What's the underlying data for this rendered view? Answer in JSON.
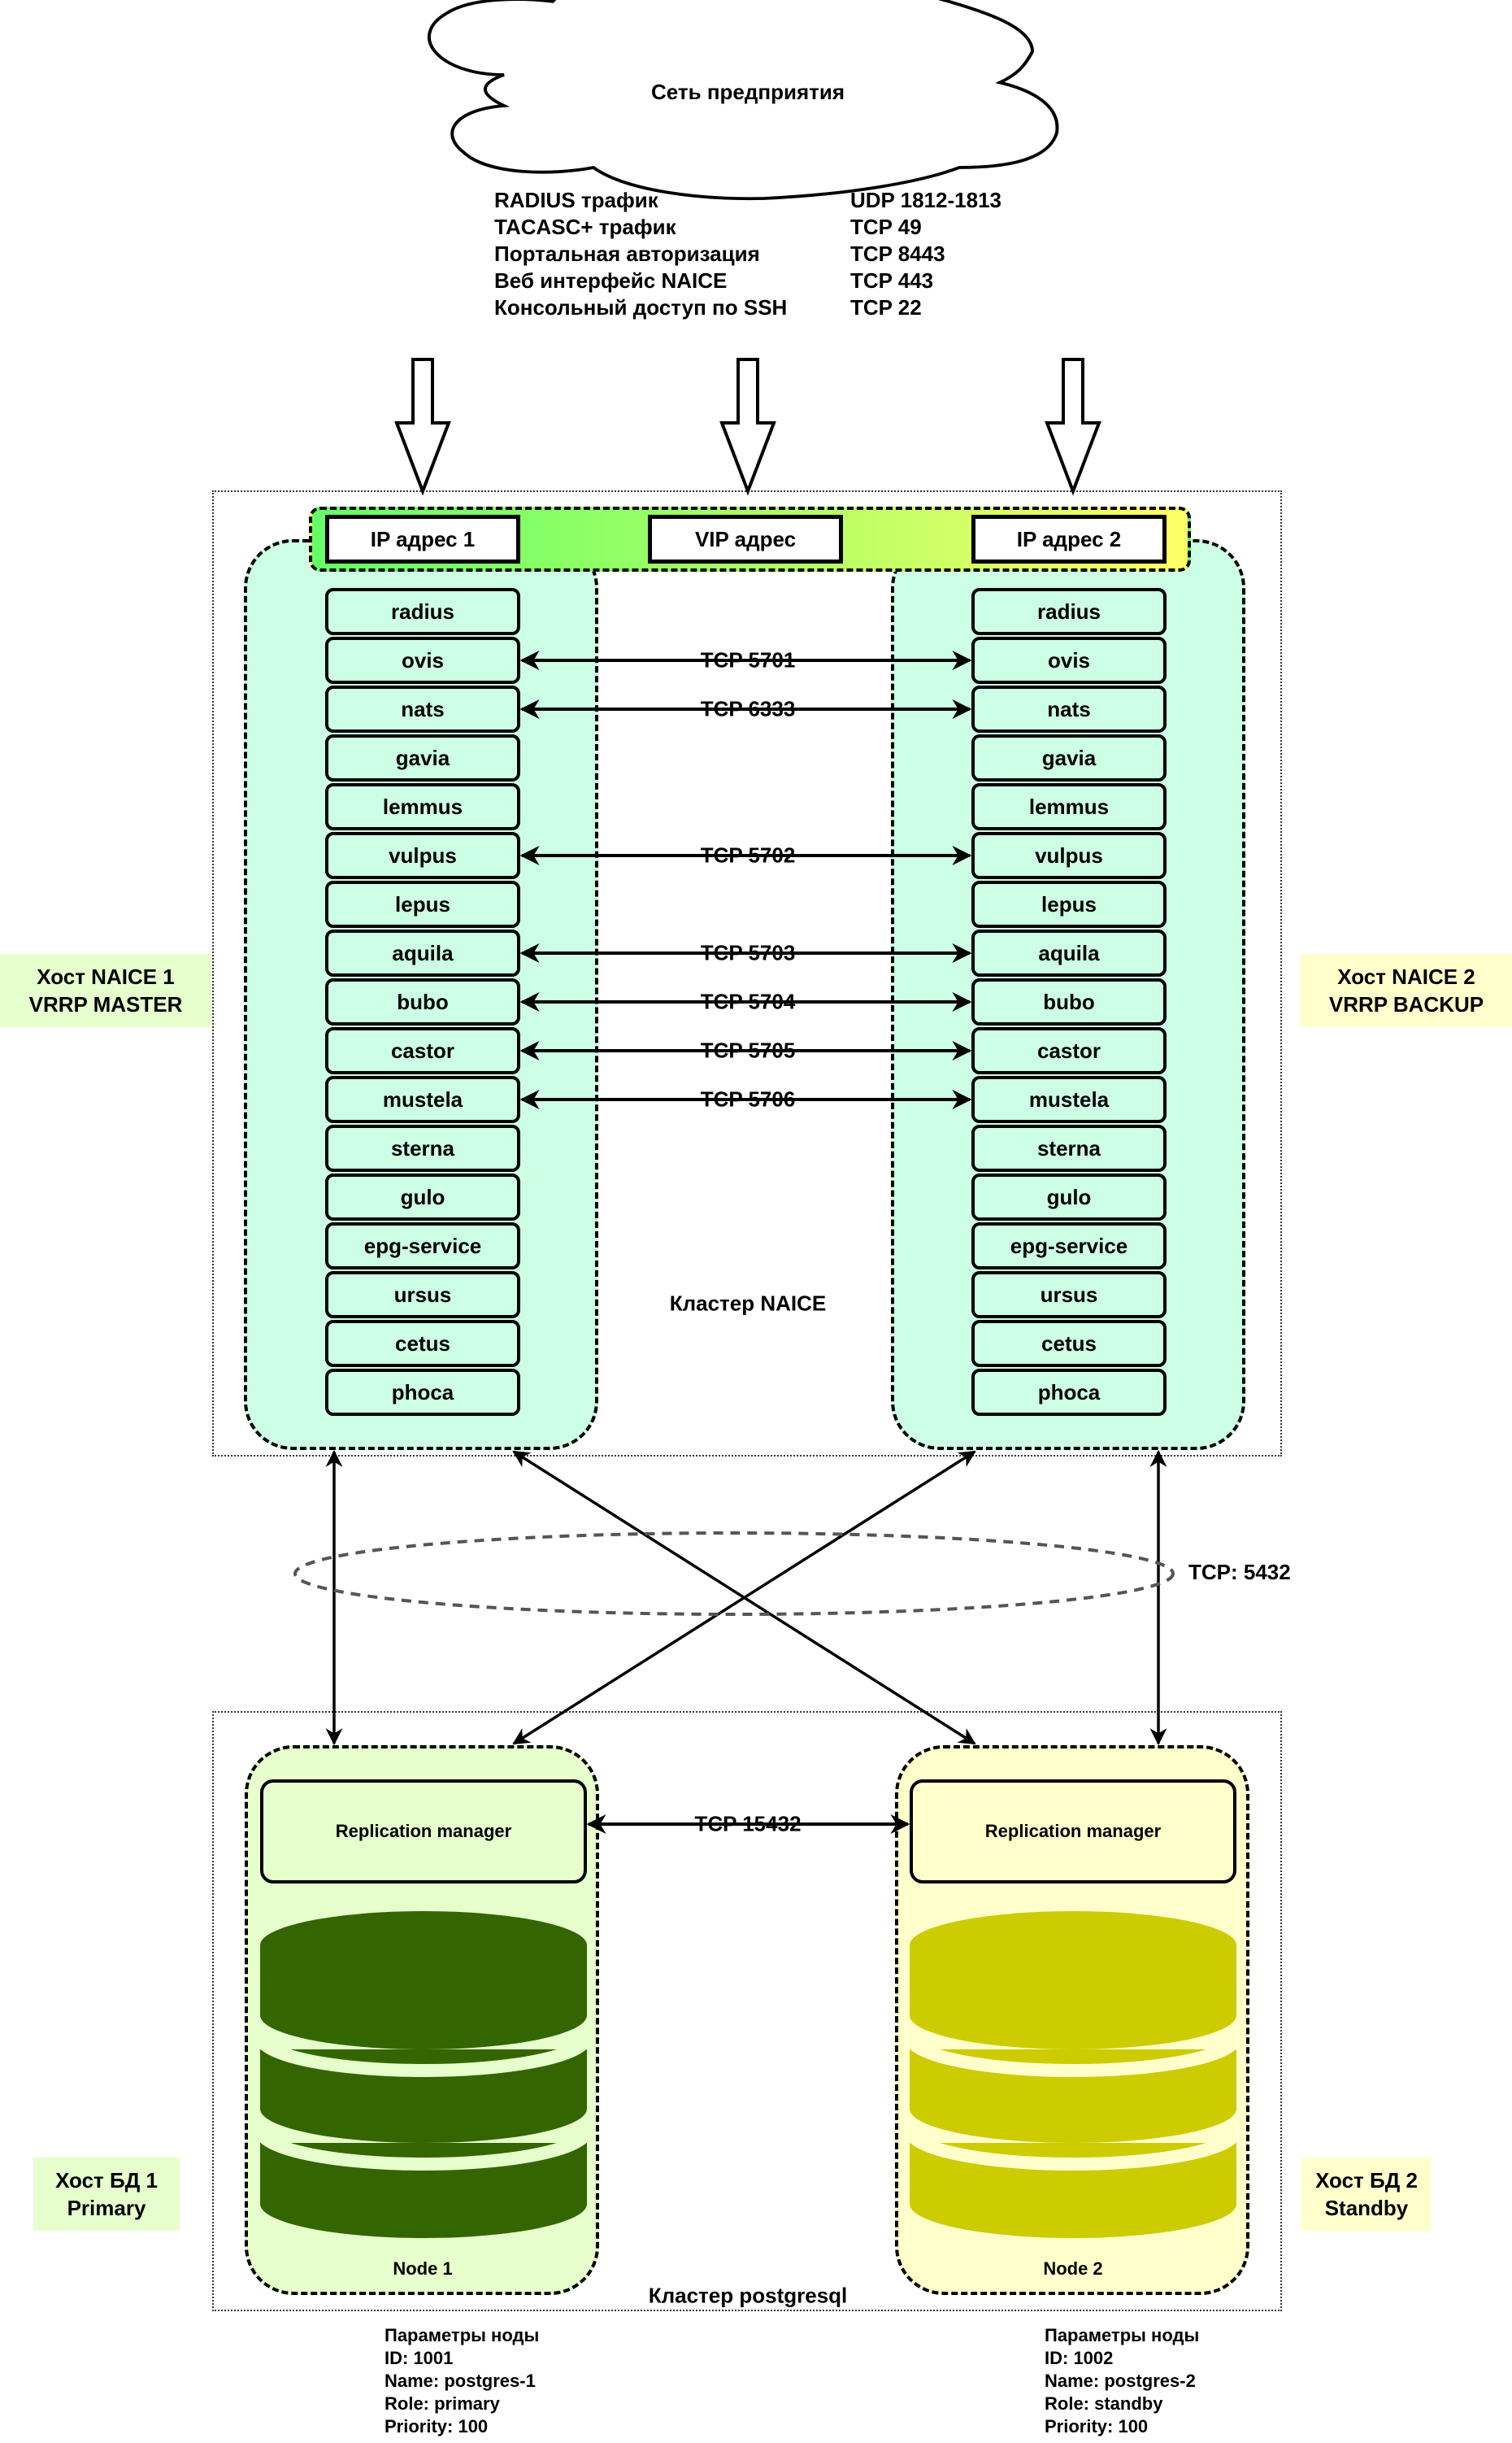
{
  "network": {
    "cloud_label": "Сеть предприятия",
    "traffic": [
      {
        "name": "RADIUS трафик",
        "port": "UDP 1812-1813"
      },
      {
        "name": "TACASC+ трафик",
        "port": "TCP 49"
      },
      {
        "name": "Портальная авторизация",
        "port": "TCP 8443"
      },
      {
        "name": "Веб интерфейс NAICE",
        "port": "TCP 443"
      },
      {
        "name": "Консольный доступ по SSH",
        "port": "TCP 22"
      }
    ]
  },
  "naice_cluster": {
    "label": "Кластер NAICE",
    "ip_addresses": {
      "ip1": "IP адрес 1",
      "vip": "VIP адрес",
      "ip2": "IP адрес 2"
    },
    "host1_label": [
      "Хост NAICE 1",
      "VRRP MASTER"
    ],
    "host2_label": [
      "Хост NAICE 2",
      "VRRP BACKUP"
    ],
    "services": [
      "radius",
      "ovis",
      "nats",
      "gavia",
      "lemmus",
      "vulpus",
      "lepus",
      "aquila",
      "bubo",
      "castor",
      "mustela",
      "sterna",
      "gulo",
      "epg-service",
      "ursus",
      "cetus",
      "phoca"
    ],
    "links": [
      {
        "service": "ovis",
        "label": "TCP 5701"
      },
      {
        "service": "nats",
        "label": "TCP 6333"
      },
      {
        "service": "vulpus",
        "label": "TCP 5702"
      },
      {
        "service": "aquila",
        "label": "TCP 5703"
      },
      {
        "service": "bubo",
        "label": "TCP 5704"
      },
      {
        "service": "castor",
        "label": "TCP 5705"
      },
      {
        "service": "mustela",
        "label": "TCP 5706"
      }
    ],
    "colors": {
      "host_bg": "#ccffe6",
      "vip_gradient": [
        "#66ff66",
        "#99ff66",
        "#ccff66",
        "#ffff66"
      ],
      "host1_label_bg": "#e6ffcc",
      "host2_label_bg": "#ffffcc"
    }
  },
  "db_link_label": "TCP: 5432",
  "pg_cluster": {
    "label": "Кластер postgresql",
    "replication_label": "TCP 15432",
    "nodes": [
      {
        "host_label": [
          "Хост БД 1",
          "Primary"
        ],
        "replication_manager": "Replication manager",
        "node_label": "Node 1",
        "bg_color": "#e6ffcc",
        "db_color": "#336600",
        "params": [
          "Параметры ноды",
          "ID: 1001",
          "Name: postgres-1",
          "Role: primary",
          "Priority: 100"
        ]
      },
      {
        "host_label": [
          "Хост БД 2",
          "Standby"
        ],
        "replication_manager": "Replication manager",
        "node_label": "Node 2",
        "bg_color": "#ffffcc",
        "db_color": "#cccc00",
        "params": [
          "Параметры ноды",
          "ID: 1002",
          "Name: postgres-2",
          "Role: standby",
          "Priority: 100"
        ]
      }
    ]
  }
}
